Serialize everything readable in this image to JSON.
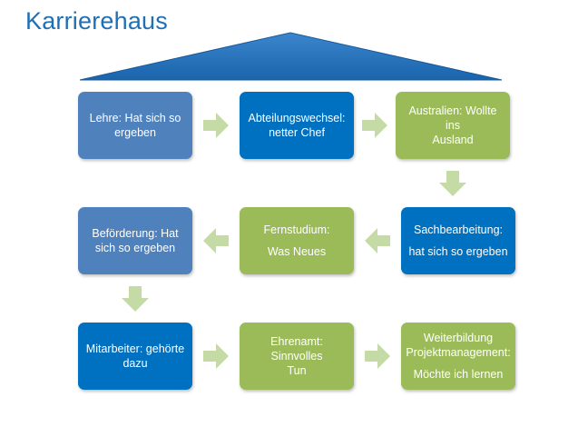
{
  "title": "Karrierehaus",
  "colors": {
    "title": "#1f6fb5",
    "roof": "#1e6fb8",
    "steel_blue": "#4f81bd",
    "bright_blue": "#0070c0",
    "green": "#9bbb59",
    "arrow": "#c5dba5"
  },
  "boxes": [
    {
      "id": "lehre",
      "color": "steel_blue",
      "lines": [
        "Lehre: Hat sich so",
        "ergeben"
      ]
    },
    {
      "id": "abteilungswechsel",
      "color": "bright_blue",
      "lines": [
        "Abteilungswechsel:",
        "netter Chef"
      ]
    },
    {
      "id": "australien",
      "color": "green",
      "lines": [
        "Australien: Wollte ins",
        "Ausland"
      ]
    },
    {
      "id": "befoerderung",
      "color": "steel_blue",
      "lines": [
        "Beförderung: Hat",
        "sich so ergeben"
      ]
    },
    {
      "id": "fernstudium",
      "color": "green",
      "lines": [
        "Fernstudium:",
        "",
        "Was Neues"
      ]
    },
    {
      "id": "sachbearbeitung",
      "color": "bright_blue",
      "lines": [
        "Sachbearbeitung:",
        "",
        "hat sich  so ergeben"
      ]
    },
    {
      "id": "mitarbeiter",
      "color": "bright_blue",
      "lines": [
        "Mitarbeiter: gehörte",
        "dazu"
      ]
    },
    {
      "id": "ehrenamt",
      "color": "green",
      "lines": [
        "Ehrenamt: Sinnvolles",
        "Tun"
      ]
    },
    {
      "id": "weiterbildung",
      "color": "green",
      "lines": [
        "Weiterbildung",
        "Projektmanagement:",
        "",
        "Möchte ich lernen"
      ]
    }
  ],
  "arrows": [
    {
      "from": "lehre",
      "to": "abteilungswechsel",
      "dir": "right"
    },
    {
      "from": "abteilungswechsel",
      "to": "australien",
      "dir": "right"
    },
    {
      "from": "australien",
      "to": "sachbearbeitung",
      "dir": "down"
    },
    {
      "from": "sachbearbeitung",
      "to": "fernstudium",
      "dir": "left"
    },
    {
      "from": "fernstudium",
      "to": "befoerderung",
      "dir": "left"
    },
    {
      "from": "befoerderung",
      "to": "mitarbeiter",
      "dir": "down"
    },
    {
      "from": "mitarbeiter",
      "to": "ehrenamt",
      "dir": "right"
    },
    {
      "from": "ehrenamt",
      "to": "weiterbildung",
      "dir": "right"
    }
  ]
}
